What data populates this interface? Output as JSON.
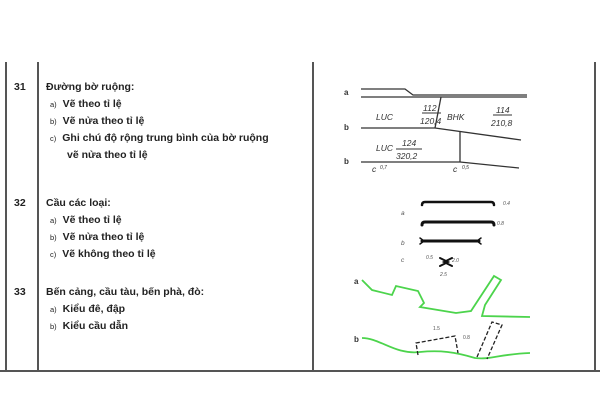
{
  "rows": [
    {
      "number": "31",
      "title": "Đường bờ ruộng:",
      "items": [
        {
          "label": "a)",
          "text": "Vẽ theo tỉ lệ"
        },
        {
          "label": "b)",
          "text": "Vẽ nửa theo tỉ lệ"
        },
        {
          "label": "c)",
          "text": "Ghi chú độ rộng trung bình của bờ ruộng"
        },
        {
          "label": "",
          "text": "vẽ nửa theo tỉ lệ"
        }
      ]
    },
    {
      "number": "32",
      "title": "Cầu các loại:",
      "items": [
        {
          "label": "a)",
          "text": "Vẽ theo tỉ lệ"
        },
        {
          "label": "b)",
          "text": "Vẽ nửa theo tỉ lệ"
        },
        {
          "label": "c)",
          "text": "Vẽ không theo tỉ lệ"
        }
      ]
    },
    {
      "number": "33",
      "title": "Bến cảng, cầu tàu, bến phà, đò:",
      "items": [
        {
          "label": "a)",
          "text": "Kiểu đê, đập"
        },
        {
          "label": "b)",
          "text": "Kiểu cầu dẫn"
        }
      ]
    }
  ],
  "diagram31": {
    "a": "a",
    "b1": "b",
    "b2": "b",
    "luc1": "LUC",
    "luc1_num": "112",
    "luc1_den": "120,4",
    "bhk": "BHK",
    "bhk_num": "114",
    "bhk_den": "210,8",
    "luc2": "LUC",
    "luc2_num": "124",
    "luc2_den": "320,2",
    "c1": "c",
    "c1_val": "0,7",
    "c2": "c",
    "c2_val": "0,5"
  },
  "diagram32": {
    "a": "a",
    "b": "b",
    "c": "c",
    "w1": "0.4",
    "w2": "0.8",
    "c_left": "0.5",
    "c_right": "2.0",
    "c_bottom": "2.5"
  },
  "diagram33": {
    "a": "a",
    "b": "b",
    "d1": "1.5",
    "d2": "0.8",
    "line_color": "#3ccc3c"
  }
}
